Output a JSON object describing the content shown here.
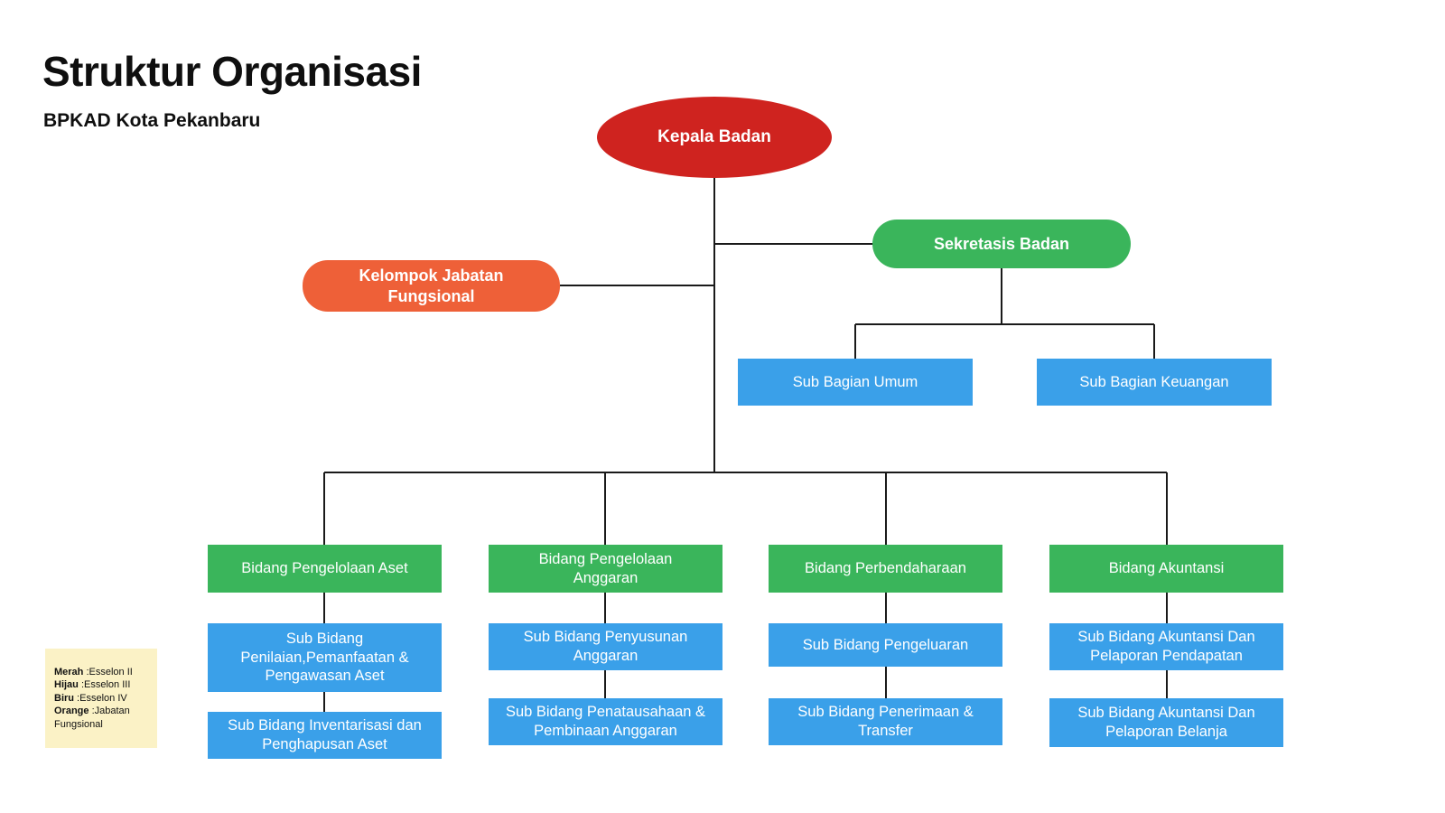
{
  "title": "Struktur Organisasi",
  "subtitle": "BPKAD Kota Pekanbaru",
  "colors": {
    "red": "#cf231f",
    "green": "#3ab55b",
    "blue": "#3aa0e9",
    "orange": "#ee6038",
    "legend_bg": "#fbf2c6",
    "line": "#1a1a1a",
    "ink": "#0f0f0f"
  },
  "nodes": {
    "kepala": {
      "label": "Kepala Badan",
      "level": "Esselon II"
    },
    "sekretaris": {
      "label": "Sekretasis Badan",
      "level": "Esselon III"
    },
    "kelompok": {
      "label": "Kelompok Jabatan Fungsional",
      "level": "Jabatan Fungsional"
    },
    "sub_bagian": [
      {
        "label": "Sub Bagian Umum"
      },
      {
        "label": "Sub Bagian Keuangan"
      }
    ],
    "bidang": [
      {
        "label": "Bidang Pengelolaan Aset",
        "subs": [
          "Sub Bidang Penilaian,Pemanfaatan & Pengawasan Aset",
          "Sub Bidang Inventarisasi dan Penghapusan Aset"
        ]
      },
      {
        "label": "Bidang Pengelolaan Anggaran",
        "subs": [
          "Sub Bidang Penyusunan Anggaran",
          "Sub Bidang Penatausahaan & Pembinaan Anggaran"
        ]
      },
      {
        "label": "Bidang Perbendaharaan",
        "subs": [
          "Sub Bidang Pengeluaran",
          "Sub Bidang Penerimaan & Transfer"
        ]
      },
      {
        "label": "Bidang Akuntansi",
        "subs": [
          "Sub Bidang Akuntansi Dan Pelaporan Pendapatan",
          "Sub Bidang Akuntansi Dan Pelaporan Belanja"
        ]
      }
    ]
  },
  "legend": {
    "separator": " :",
    "items": [
      {
        "name": "Merah",
        "value": "Esselon II"
      },
      {
        "name": "Hijau",
        "value": "Esselon III"
      },
      {
        "name": "Biru",
        "value": "Esselon IV"
      },
      {
        "name": "Orange",
        "value": "Jabatan Fungsional"
      }
    ]
  }
}
